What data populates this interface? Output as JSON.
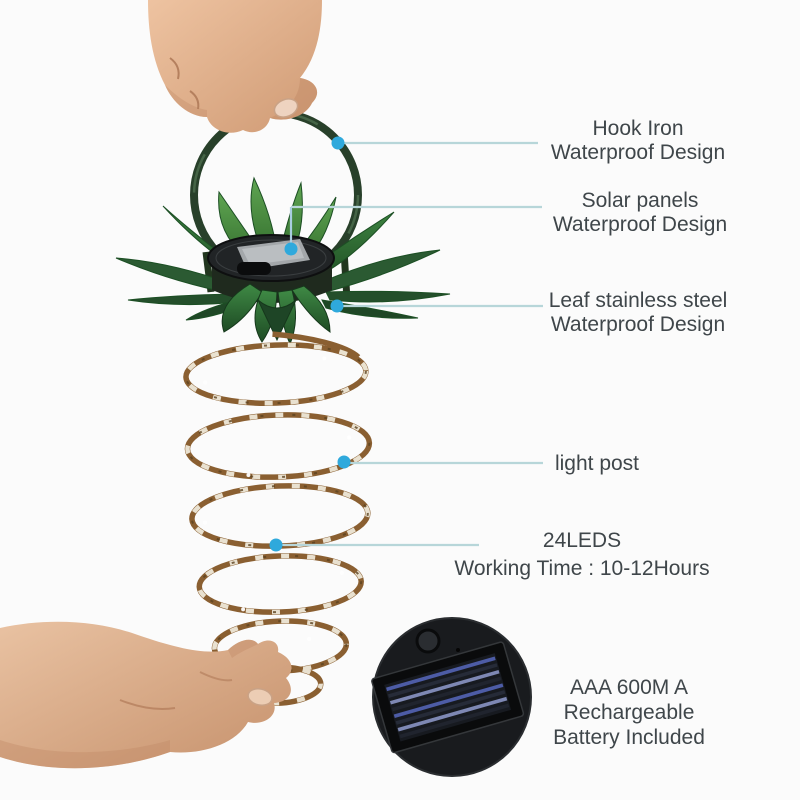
{
  "figure": {
    "kind": "annotated-product-infographic",
    "subject": "pineapple spiral solar hanging light held by two hands",
    "illustration_parts": [
      "top-hand",
      "iron-hook-handle",
      "leaf-crown",
      "solar-panel-top",
      "spiral-light-string",
      "bottom-hand",
      "solar-panel-closeup",
      "marker-dots",
      "callout-lines"
    ]
  },
  "annotations": {
    "hook": {
      "line1": "Hook Iron",
      "line2": "Waterproof Design"
    },
    "solar": {
      "line1": "Solar panels",
      "line2": "Waterproof Design"
    },
    "leaf": {
      "line1": "Leaf stainless steel",
      "line2": "Waterproof Design"
    },
    "light_post": {
      "line1": "light post"
    },
    "leds": {
      "line1": "24LEDS",
      "line2": "Working Time : 10-12Hours"
    },
    "battery": {
      "line1": "AAA 600M A",
      "line2": "Rechargeable",
      "line3": "Battery Included"
    }
  },
  "colors": {
    "background": "#fbfbfb",
    "label_text": "#3f464a",
    "callout_line": "#b7d6d9",
    "marker_dot": "#2fa9dc",
    "handle_green": "#28402a",
    "leaf_green": "#2e7d36",
    "wire_copper": "#8a5f31",
    "solar_panel_blue": "#4d5ca6",
    "skin_tone": "#dba886"
  }
}
